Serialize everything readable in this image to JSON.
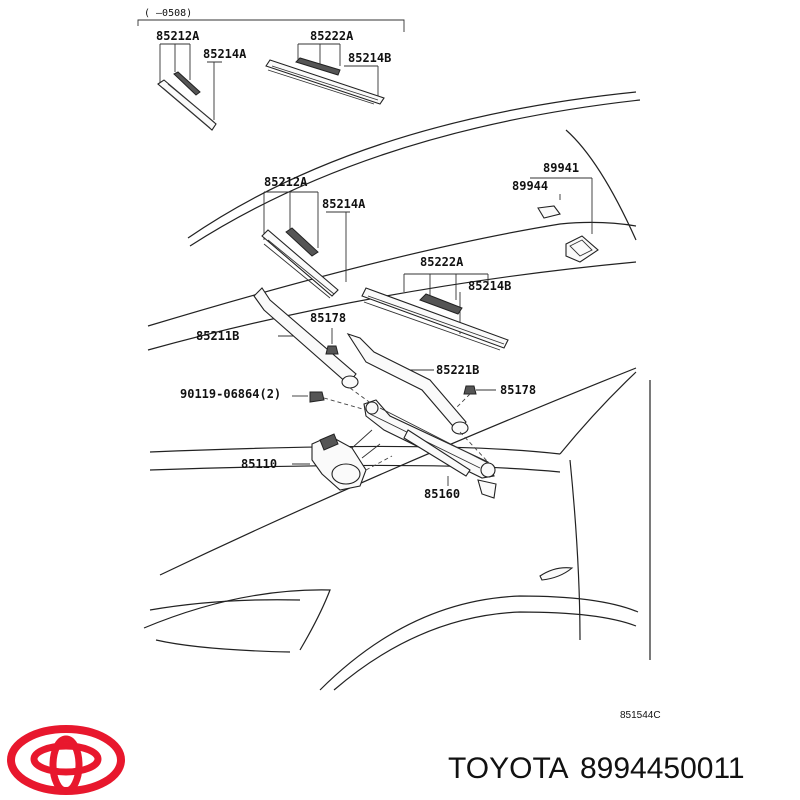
{
  "diagram": {
    "top_bracket_label": "(    —0508)",
    "drawing_code": "851544C",
    "labels": {
      "a": "85212A",
      "b": "85214A",
      "c": "85222A",
      "d": "85214B",
      "e": "85212A",
      "f": "85214A",
      "g": "89941",
      "h": "89944",
      "i": "85222A",
      "j": "85214B",
      "k": "85211B",
      "l": "85178",
      "m": "85221B",
      "n": "85178",
      "o": "90119-06864(2)",
      "p": "85110",
      "q": "85160"
    }
  },
  "footer": {
    "brand": "TOYOTA",
    "part_number": "8994450011"
  },
  "colors": {
    "logo": "#e8172d",
    "ink": "#222222"
  }
}
